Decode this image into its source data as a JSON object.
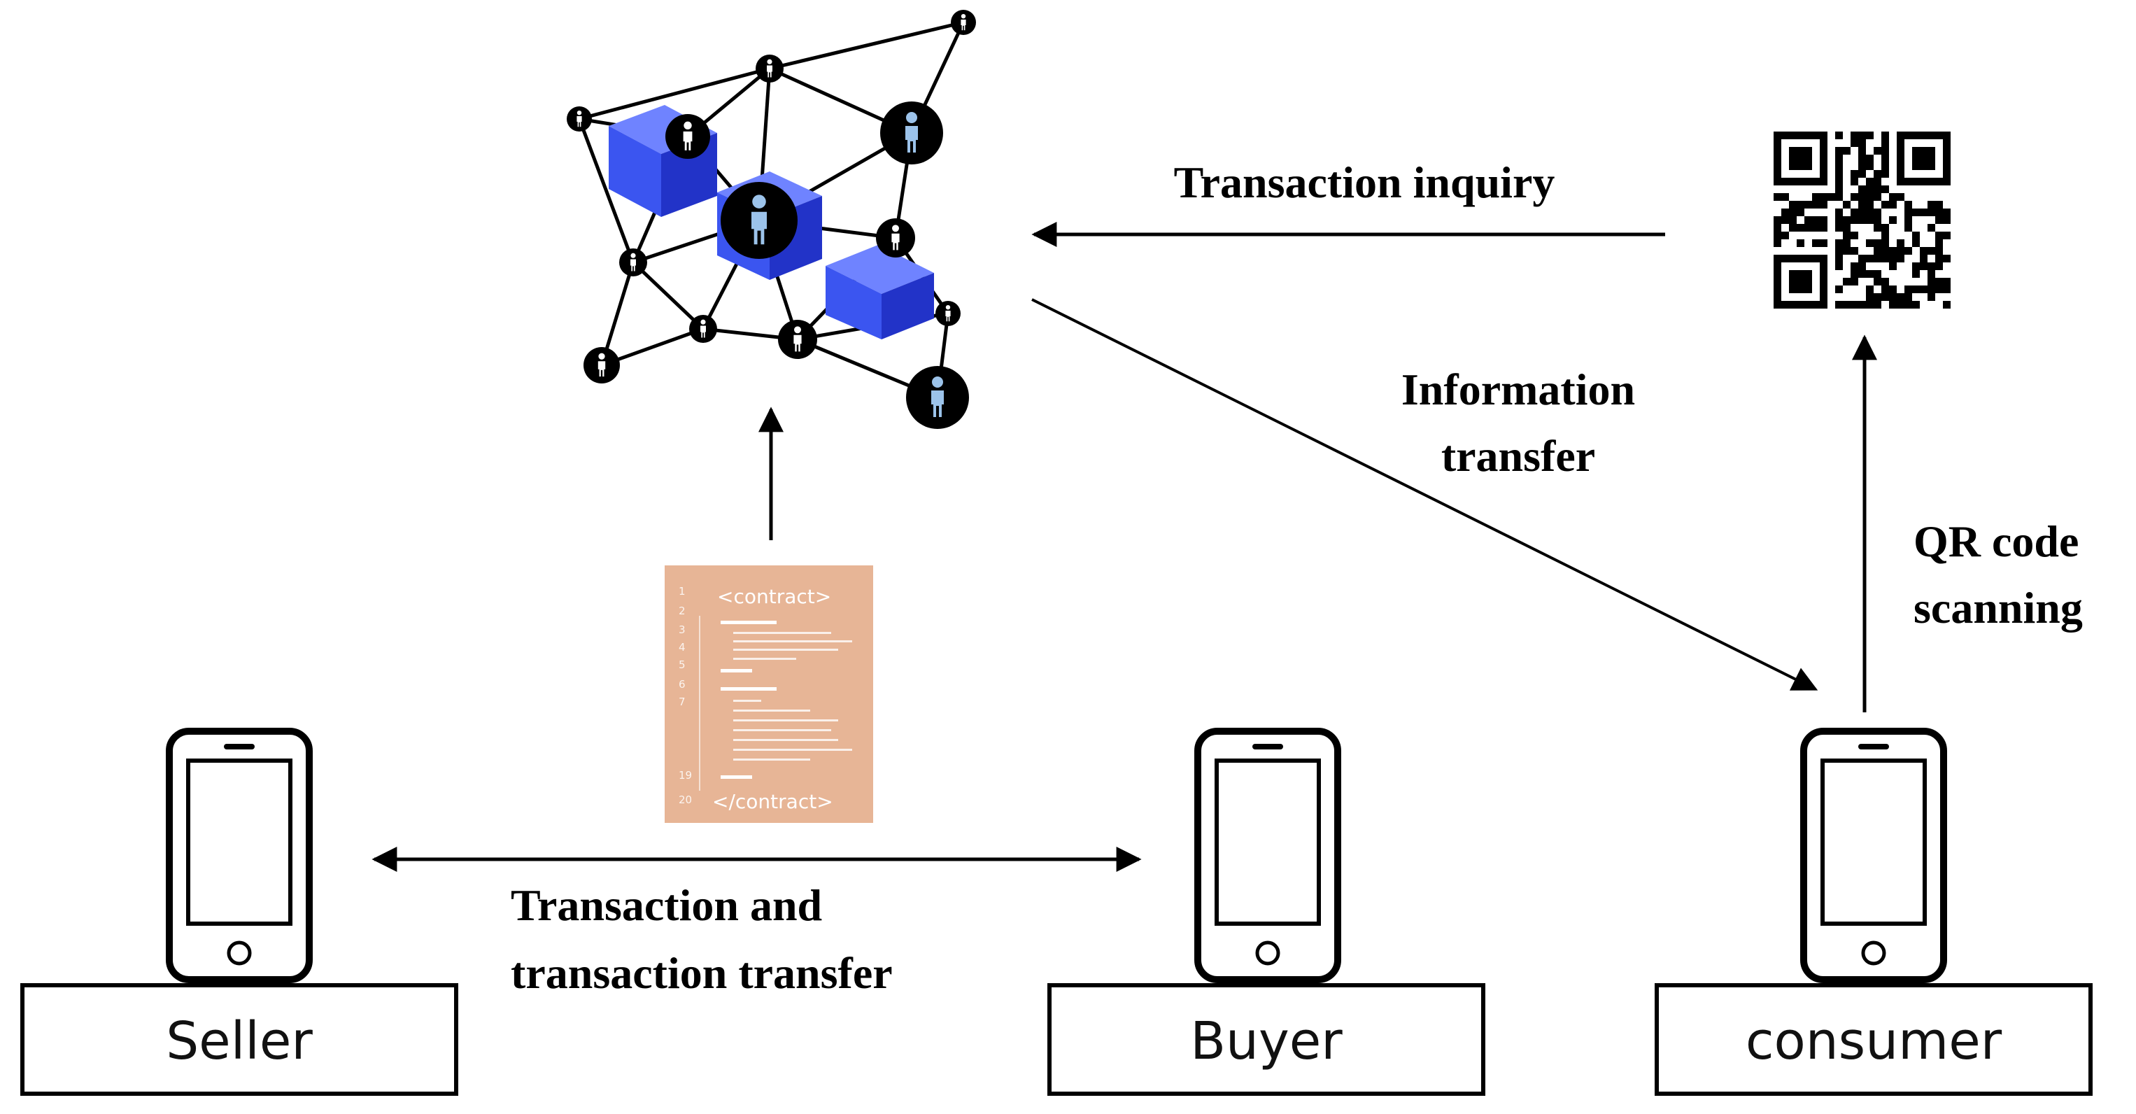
{
  "labels": {
    "transaction_inquiry": "Transaction inquiry",
    "information_transfer_line1": "Information",
    "information_transfer_line2": "transfer",
    "qr_scanning_line1": "QR code",
    "qr_scanning_line2": "scanning",
    "transaction_line1": "Transaction and",
    "transaction_line2": "transaction transfer"
  },
  "actors": {
    "seller": "Seller",
    "buyer": "Buyer",
    "consumer": "consumer"
  },
  "contract": {
    "open_tag": "<contract>",
    "close_tag": "</contract>",
    "line_numbers": [
      "1",
      "2",
      "3",
      "4",
      "5",
      "6",
      "7",
      "19",
      "20"
    ]
  },
  "colors": {
    "contract_bg": "#e7b596",
    "cube_blue": "#3b55f0",
    "node_black": "#000000"
  }
}
